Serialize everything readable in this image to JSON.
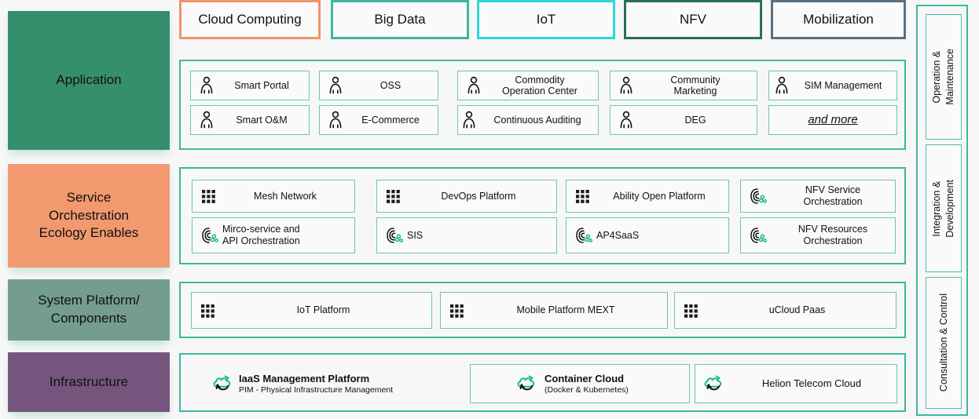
{
  "layers": [
    {
      "id": "application",
      "label": "Application",
      "color": "#368f6c"
    },
    {
      "id": "service-orchestration",
      "label": "Service\nOrchestration\nEcology Enables",
      "color": "#f2996f"
    },
    {
      "id": "system-platform",
      "label": "System Platform/\nComponents",
      "color": "#749c90"
    },
    {
      "id": "infrastructure",
      "label": "Infrastructure",
      "color": "#75557e"
    }
  ],
  "domain_tags": [
    {
      "label": "Cloud Computing",
      "border_color": "#f0936a"
    },
    {
      "label": "Big Data",
      "border_color": "#3cb8a0"
    },
    {
      "label": "IoT",
      "border_color": "#2fd6d6"
    },
    {
      "label": "NFV",
      "border_color": "#2c6e5a"
    },
    {
      "label": "Mobilization",
      "border_color": "#5c6f80"
    }
  ],
  "application_items": [
    {
      "label": "Smart Portal",
      "icon": "person-icon"
    },
    {
      "label": "OSS",
      "icon": "person-icon"
    },
    {
      "label": "Commodity\nOperation Center",
      "icon": "person-icon"
    },
    {
      "label": "Community\nMarketing",
      "icon": "person-icon"
    },
    {
      "label": "SIM Management",
      "icon": "person-icon"
    },
    {
      "label": "Smart O&M",
      "icon": "person-icon"
    },
    {
      "label": "E-Commerce",
      "icon": "person-icon"
    },
    {
      "label": "Continuous Auditing",
      "icon": "person-icon"
    },
    {
      "label": "DEG",
      "icon": "person-icon"
    },
    {
      "label": "and more",
      "icon": "none",
      "style": "italic-underline"
    }
  ],
  "service_items": [
    {
      "label": "Mesh Network",
      "icon": "grid-dots-icon"
    },
    {
      "label": "DevOps Platform",
      "icon": "grid-dots-icon"
    },
    {
      "label": "Ability Open Platform",
      "icon": "grid-dots-icon"
    },
    {
      "label": "NFV Service\nOrchestration",
      "icon": "orchestration-icon"
    },
    {
      "label": "Mirco-service and\nAPI Orchestration",
      "icon": "orchestration-icon"
    },
    {
      "label": "SIS",
      "icon": "orchestration-icon"
    },
    {
      "label": "AP4SaaS",
      "icon": "orchestration-icon"
    },
    {
      "label": "NFV Resources\nOrchestration",
      "icon": "orchestration-icon"
    }
  ],
  "system_items": [
    {
      "label": "IoT Platform",
      "icon": "grid-dots-icon"
    },
    {
      "label": "Mobile Platform MEXT",
      "icon": "grid-dots-icon"
    },
    {
      "label": "uCloud Paas",
      "icon": "grid-dots-icon"
    }
  ],
  "infrastructure_items": [
    {
      "title": "IaaS Management Platform",
      "subtitle": "PIM - Physical Infrastructure Management",
      "icon": "cloud-refresh-icon",
      "bordered": false
    },
    {
      "title": "Container Cloud",
      "subtitle": "(Docker & Kubernetes)",
      "icon": "cloud-refresh-icon",
      "bordered": true
    },
    {
      "title": "Helion Telecom Cloud",
      "subtitle": "",
      "icon": "cloud-refresh-icon",
      "bordered": true
    }
  ],
  "right_rail": [
    {
      "label": "Operation &\nMaintenance"
    },
    {
      "label": "Integration &\nDevelopment"
    },
    {
      "label": "Consultation & Control"
    }
  ],
  "accent": {
    "teal": "#3cb8a0",
    "teal_light": "#6cc6b4",
    "panel_bg": "#fafafa",
    "page_bg": "#f7f7f7"
  }
}
